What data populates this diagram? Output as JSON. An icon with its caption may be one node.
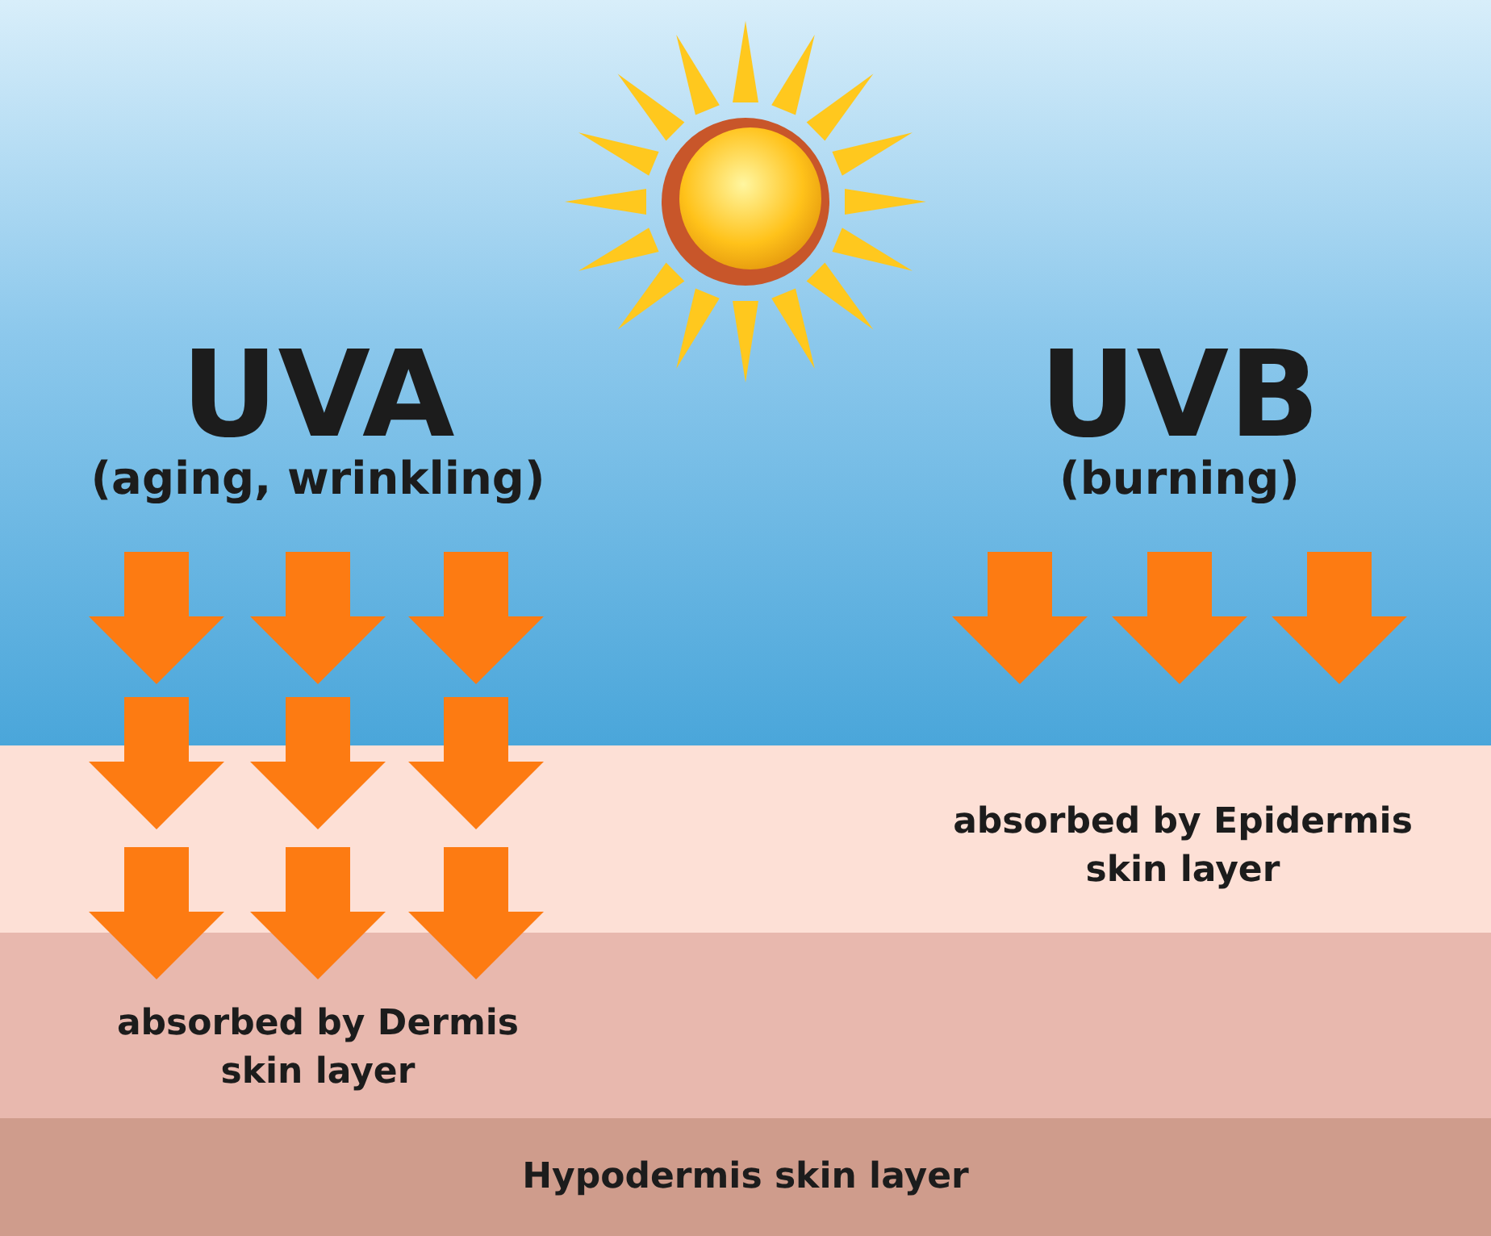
{
  "diagram": {
    "labels": [
      "UVA",
      "(aging, wrinkling)",
      "UVB",
      "(burning)",
      "absorbed by Epidermis skin layer",
      "absorbed by Dermis skin layer",
      "Hypodermis skin layer"
    ]
  }
}
